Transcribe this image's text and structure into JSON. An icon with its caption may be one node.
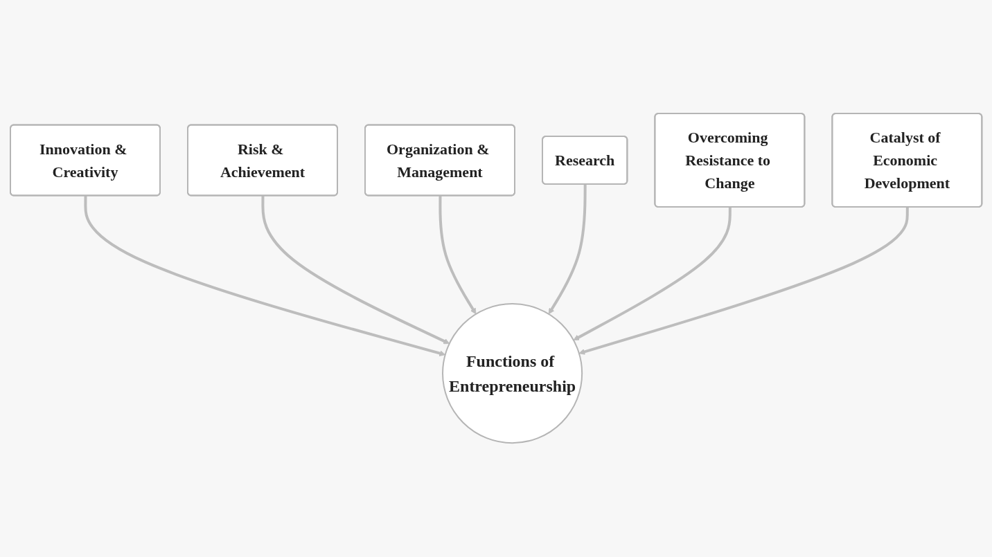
{
  "diagram": {
    "nodes": [
      {
        "text": [
          "Organization & Management"
        ]
      },
      {
        "text": [
          "Research"
        ]
      },
      {
        "text": [
          "Risk & Achievement"
        ]
      },
      {
        "text": [
          "Overcoming Resistance to Change"
        ]
      },
      {
        "text": [
          "Functions of Entrepreneurship"
        ]
      },
      {
        "text": [
          "Innovation & Creativity"
        ]
      },
      {
        "text": [
          "Catalyst of Economic Development"
        ]
      }
    ],
    "edges": [
      {
        "from": 5,
        "to": 4,
        "arrow": "to"
      },
      {
        "from": 2,
        "to": 4,
        "arrow": "to"
      },
      {
        "from": 0,
        "to": 4,
        "arrow": "to"
      },
      {
        "from": 1,
        "to": 4,
        "arrow": "to"
      },
      {
        "from": 3,
        "to": 4,
        "arrow": "to"
      },
      {
        "from": 6,
        "to": 4,
        "arrow": "to"
      }
    ]
  }
}
